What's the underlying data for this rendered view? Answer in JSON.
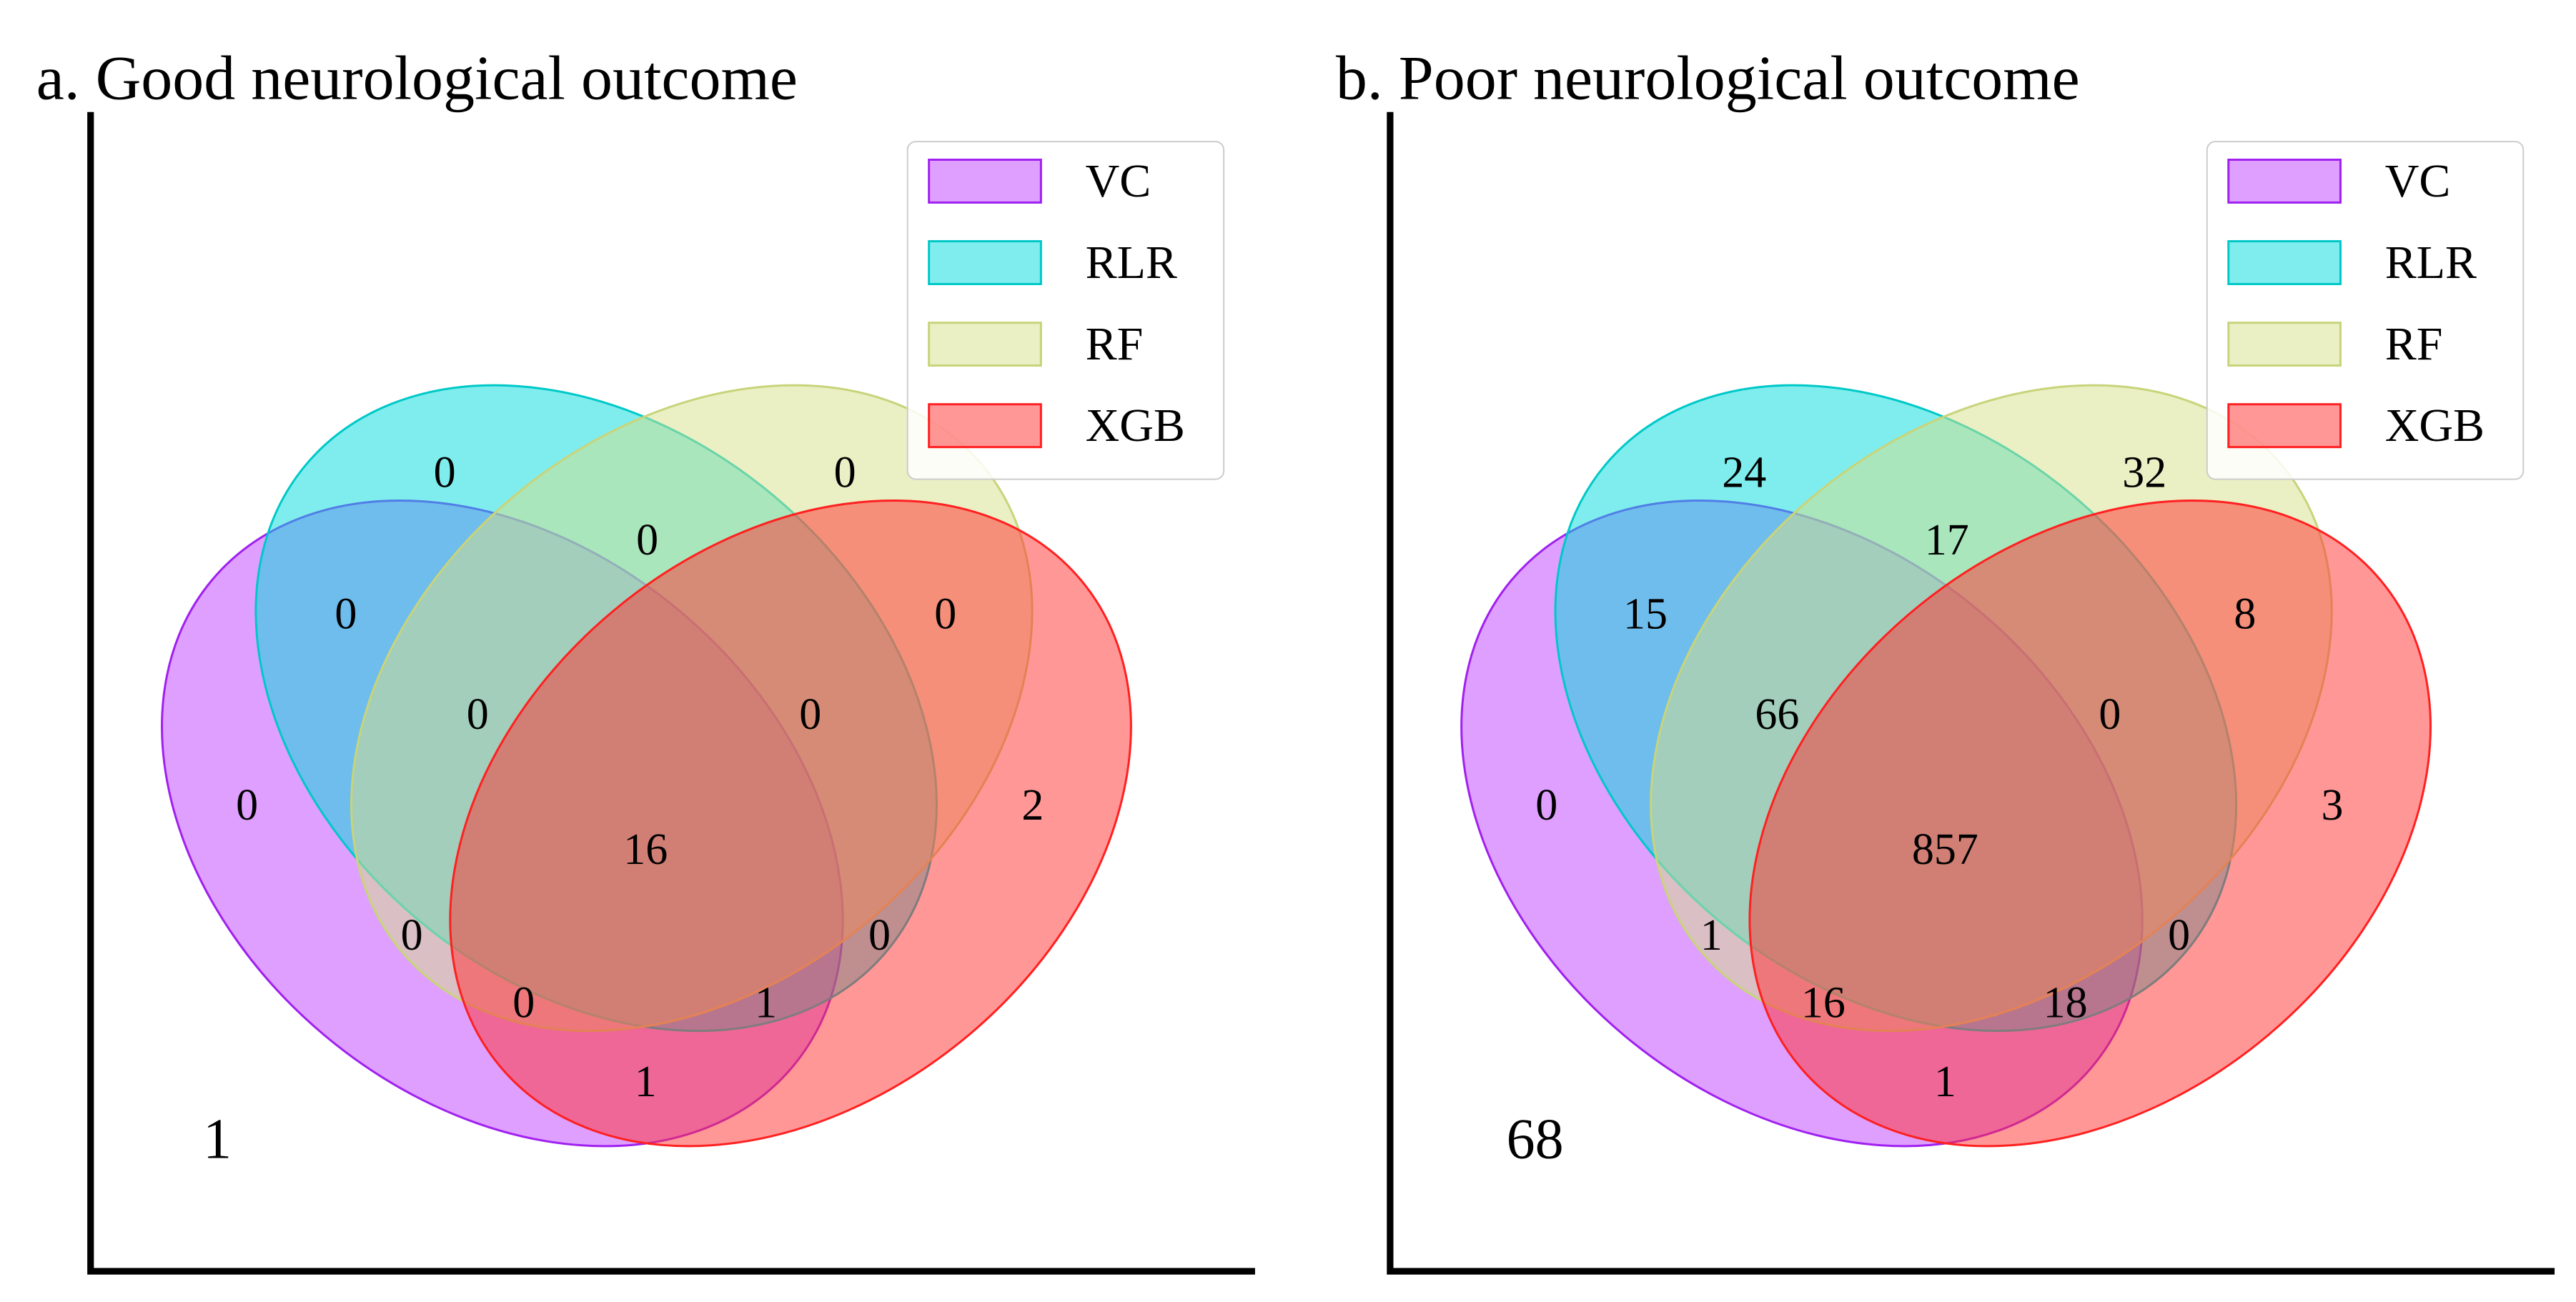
{
  "sets": [
    {
      "key": "VC",
      "label": "VC",
      "fill": "#bf3fff",
      "edge": "#a020f0",
      "opacity": 0.5
    },
    {
      "key": "RLR",
      "label": "RLR",
      "fill": "#00dcdc",
      "edge": "#00c8c8",
      "opacity": 0.5
    },
    {
      "key": "RF",
      "label": "RF",
      "fill": "#d6e08a",
      "edge": "#c8d47a",
      "opacity": 0.5
    },
    {
      "key": "XGB",
      "label": "XGB",
      "fill": "#ff3030",
      "edge": "#ff2020",
      "opacity": 0.5
    }
  ],
  "panels": [
    {
      "title": "a. Good neurological outcome",
      "counts": {
        "RLR": "0",
        "RF": "0",
        "RLR_RF": "0",
        "VC_RLR": "0",
        "RF_XGB": "0",
        "VC_RLR_RF": "0",
        "RLR_RF_XGB": "0",
        "VC": "0",
        "XGB": "2",
        "ALL": "16",
        "VC_RF": "0",
        "RLR_XGB": "0",
        "VC_RF_XGB": "0",
        "VC_RLR_XGB": "1",
        "VC_XGB": "1",
        "NONE": "1"
      }
    },
    {
      "title": "b. Poor neurological outcome",
      "counts": {
        "RLR": "24",
        "RF": "32",
        "RLR_RF": "17",
        "VC_RLR": "15",
        "RF_XGB": "8",
        "VC_RLR_RF": "66",
        "RLR_RF_XGB": "0",
        "VC": "0",
        "XGB": "3",
        "ALL": "857",
        "VC_RF": "1",
        "RLR_XGB": "0",
        "VC_RF_XGB": "16",
        "VC_RLR_XGB": "18",
        "VC_XGB": "1",
        "NONE": "68"
      }
    }
  ]
}
